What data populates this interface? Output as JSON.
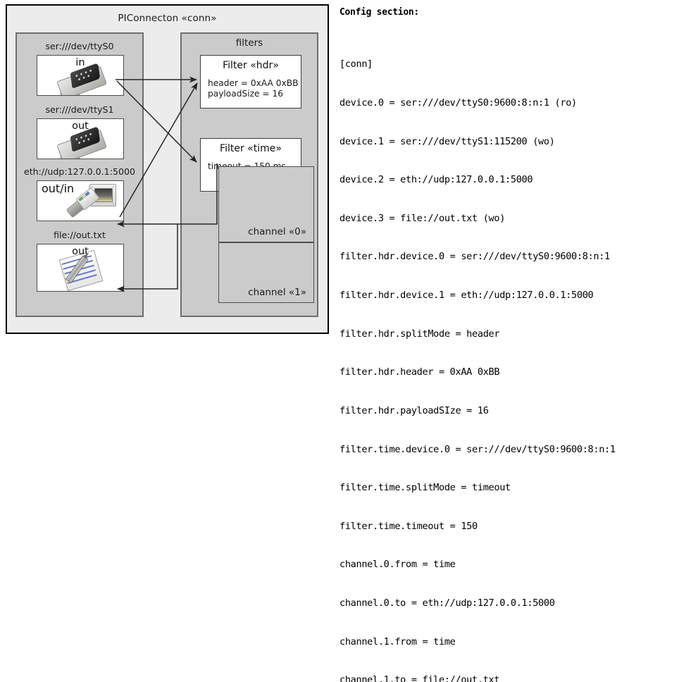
{
  "diagram": {
    "title": "PIConnecton «conn»",
    "devices_panel": {
      "name": "devices-panel",
      "items": [
        {
          "label": "ser:///dev/ttyS0",
          "caption": "in",
          "icon": "serial-connector-icon"
        },
        {
          "label": "ser:///dev/ttyS1",
          "caption": "out",
          "icon": "serial-connector-icon"
        },
        {
          "label": "eth://udp:127.0.0.1:5000",
          "caption": "out/in",
          "icon": "ethernet-connector-icon"
        },
        {
          "label": "file://out.txt",
          "caption": "out",
          "icon": "document-pencil-icon"
        }
      ]
    },
    "filters_panel": {
      "title": "filters",
      "filters": [
        {
          "title": "Filter «hdr»",
          "props": [
            "header = 0xAA 0xBB",
            "payloadSize = 16"
          ]
        },
        {
          "title": "Filter «time»",
          "props": [
            "timeout = 150 ms"
          ]
        }
      ],
      "channels": [
        {
          "label": "channel «0»"
        },
        {
          "label": "channel «1»"
        }
      ]
    },
    "colors": {
      "frame_bg": "#ececec",
      "panel_bg": "#cbcbcb",
      "box_bg": "#ffffff",
      "outline": "#000000",
      "panel_outline": "#6e6e6e",
      "connector": "#262626"
    }
  },
  "config": {
    "heading": "Config section:",
    "lines": [
      "[conn]",
      "device.0 = ser:///dev/ttyS0:9600:8:n:1 (ro)",
      "device.1 = ser:///dev/ttyS1:115200 (wo)",
      "device.2 = eth://udp:127.0.0.1:5000",
      "device.3 = file://out.txt (wo)",
      "filter.hdr.device.0 = ser:///dev/ttyS0:9600:8:n:1",
      "filter.hdr.device.1 = eth://udp:127.0.0.1:5000",
      "filter.hdr.splitMode = header",
      "filter.hdr.header = 0xAA 0xBB",
      "filter.hdr.payloadSIze = 16",
      "filter.time.device.0 = ser:///dev/ttyS0:9600:8:n:1",
      "filter.time.splitMode = timeout",
      "filter.time.timeout = 150",
      "channel.0.from = time",
      "channel.0.to = eth://udp:127.0.0.1:5000",
      "channel.1.from = time",
      "channel.1.to = file://out.txt"
    ]
  }
}
